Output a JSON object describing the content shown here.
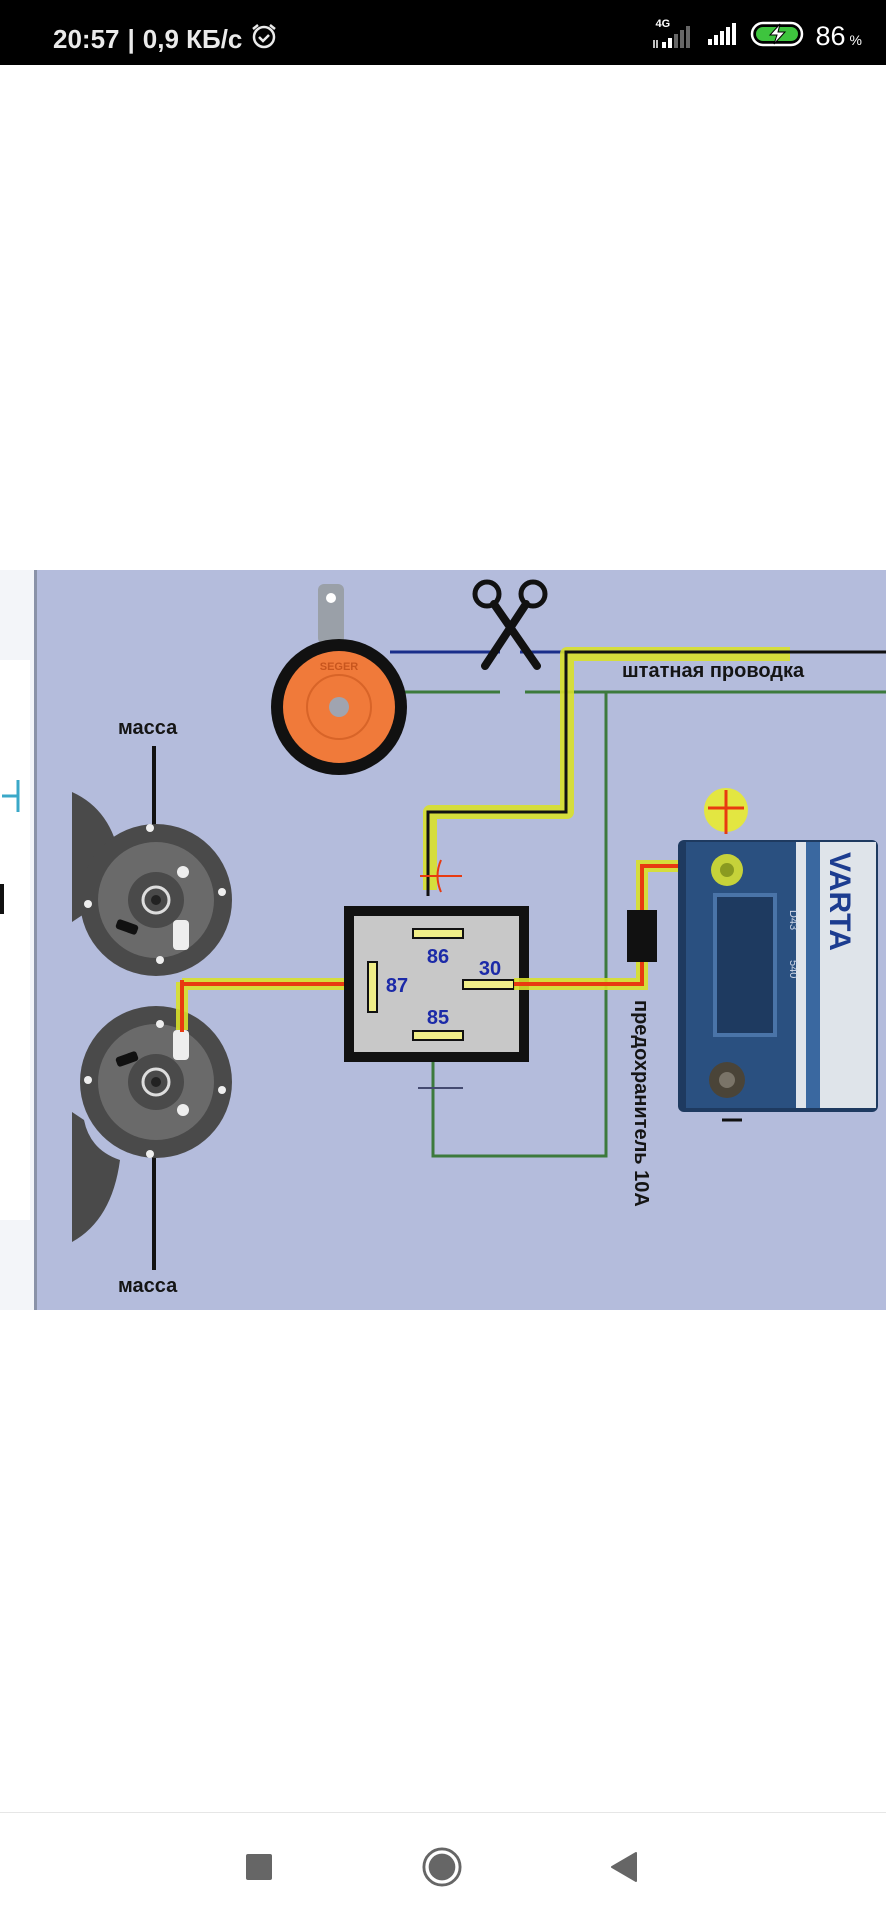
{
  "status_bar": {
    "time": "20:57",
    "separator": "|",
    "net_speed": "0,9 КБ/с",
    "alarm_icon": "alarm-clock-icon",
    "network_type": "4G",
    "battery_percent": "86",
    "percent_sign": "%"
  },
  "diagram": {
    "labels": {
      "mass_top": "масса",
      "mass_bottom": "масса",
      "stock_wiring": "штатная проводка",
      "fuse": "предохранитель 10А",
      "plus": "+",
      "minus": "−"
    },
    "relay_pins": {
      "pin86": "86",
      "pin87": "87",
      "pin30": "30",
      "pin85": "85"
    },
    "battery": {
      "brand": "VARTA",
      "model": "D43",
      "spec": "540"
    },
    "horn_brand": "SEGER",
    "colors": {
      "background": "#b4bcdc",
      "wire_blue": "#1a2e8a",
      "wire_green": "#3c7a3c",
      "wire_black": "#111111",
      "wire_red": "#e83a10",
      "highlight_yellow": "#d8e02a",
      "relay_body": "#c8c8c8",
      "pin_yellow": "#f0ee88",
      "pin_label": "#1c2aa8",
      "horn_orange": "#f07a3a",
      "horn_grey": "#4a4a4a",
      "battery_blue": "#2a5080"
    }
  },
  "nav_bar": {
    "recents": "recents-square-icon",
    "home": "home-circle-icon",
    "back": "back-triangle-icon"
  }
}
